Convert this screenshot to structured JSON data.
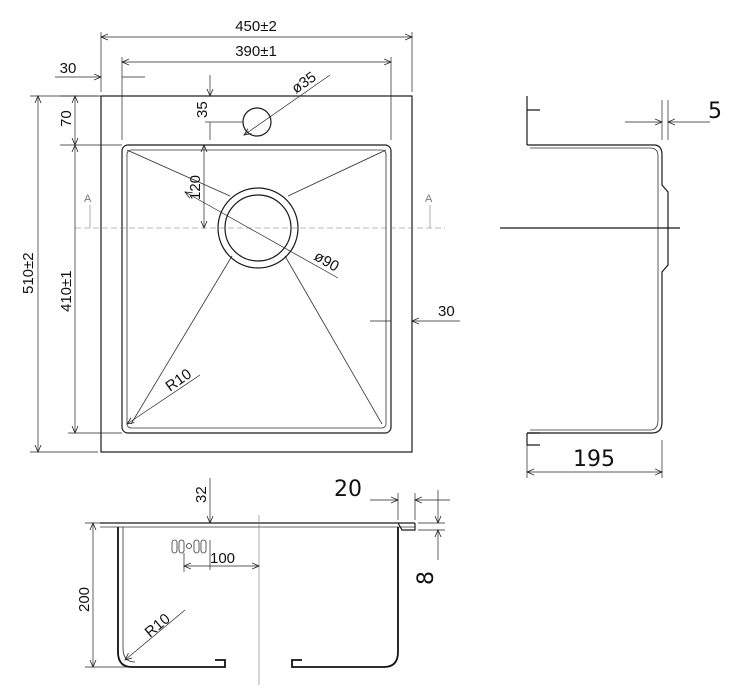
{
  "top_view": {
    "overall_width": "450±2",
    "bowl_width": "390±1",
    "left_margin": "30",
    "tap_offset": "35",
    "tap_hole": "ø35",
    "top_margin": "70",
    "drain_offset": "120",
    "drain_hole": "ø90",
    "overall_depth": "510±2",
    "bowl_depth": "410±1",
    "right_margin": "30",
    "corner_radius": "R10",
    "section_mark_left": "A",
    "section_mark_right": "A"
  },
  "side_view": {
    "flange_thickness": "5",
    "bowl_height": "195"
  },
  "section_view": {
    "overflow_height": "32",
    "overflow_offset": "100",
    "overall_height": "200",
    "corner_radius": "R10",
    "flange_width": "20",
    "flange_height": "8"
  }
}
